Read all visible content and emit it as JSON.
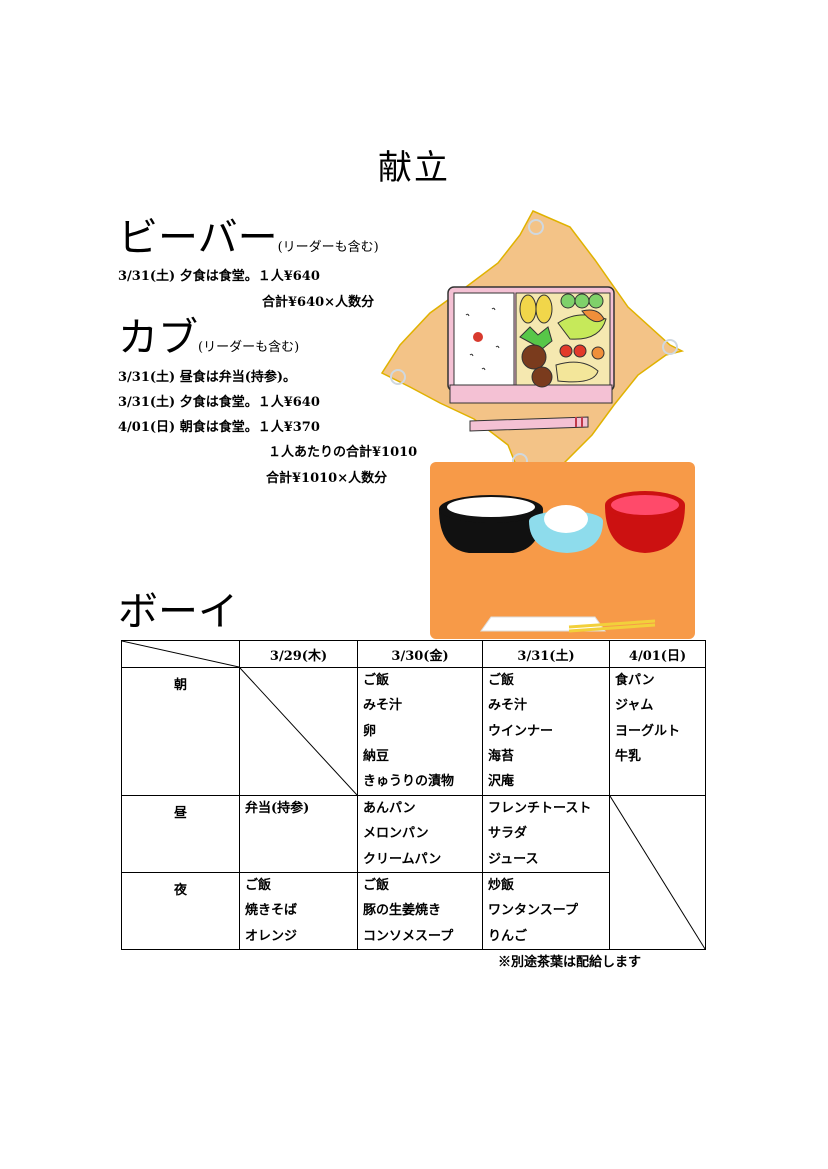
{
  "title": "献立",
  "beaver": {
    "heading": "ビーバー",
    "note": "(リーダーも含む)",
    "lines": [
      "3/31(土) 夕食は食堂。１人¥640",
      "合計¥640×人数分"
    ]
  },
  "cub": {
    "heading": "カブ",
    "note": "(リーダーも含む)",
    "lines": [
      "3/31(土) 昼食は弁当(持参)。",
      "3/31(土) 夕食は食堂。１人¥640",
      "4/01(日) 朝食は食堂。１人¥370",
      "１人あたりの合計¥1010",
      "合計¥1010×人数分"
    ]
  },
  "boy": {
    "heading": "ボーイ",
    "columns": [
      "3/29(木)",
      "3/30(金)",
      "3/31(土)",
      "4/01(日)"
    ],
    "rows": [
      {
        "label": "朝",
        "cells": [
          [],
          [
            "ご飯",
            "みそ汁",
            "卵",
            "納豆",
            "きゅうりの漬物"
          ],
          [
            "ご飯",
            "みそ汁",
            "ウインナー",
            "海苔",
            "沢庵"
          ],
          [
            "食パン",
            "ジャム",
            "ヨーグルト",
            "牛乳"
          ]
        ]
      },
      {
        "label": "昼",
        "cells": [
          [
            "弁当(持参)"
          ],
          [
            "あんパン",
            "メロンパン",
            "クリームパン"
          ],
          [
            "フレンチトースト",
            "サラダ",
            "ジュース"
          ],
          []
        ]
      },
      {
        "label": "夜",
        "cells": [
          [
            "ご飯",
            "焼きそば",
            "オレンジ"
          ],
          [
            "ご飯",
            "豚の生姜焼き",
            "コンソメスープ"
          ],
          [
            "炒飯",
            "ワンタンスープ",
            "りんご"
          ]
        ]
      }
    ],
    "footnote": "※別途茶葉は配給します"
  },
  "illustrations": [
    "bento-box",
    "rice-meal-tray"
  ],
  "colors": {
    "cloth": "#f3c387",
    "tray": "#f79a48",
    "soup": "#e8193a",
    "bento": "#f4c1d4"
  }
}
